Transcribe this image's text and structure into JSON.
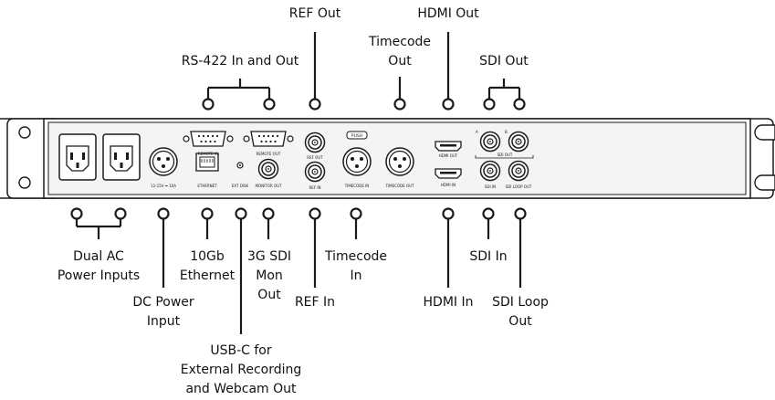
{
  "callouts": {
    "ref_out": "REF Out",
    "hdmi_out": "HDMI Out",
    "timecode_out": "Timecode\nOut",
    "rs422": "RS-422 In and Out",
    "sdi_out": "SDI Out",
    "dual_ac": "Dual AC\nPower Inputs",
    "ethernet": "10Gb\nEthernet",
    "sdi_mon_out": "3G SDI\nMon\nOut",
    "timecode_in": "Timecode\nIn",
    "sdi_in": "SDI In",
    "dc_power": "DC Power\nInput",
    "ref_in": "REF In",
    "hdmi_in": "HDMI In",
    "sdi_loop_out": "SDI Loop\nOut",
    "usb_c": "USB-C for\nExternal Recording\nand Webcam Out"
  },
  "panel_labels": {
    "power": "12-15V ⎓ 10A",
    "ethernet": "ETHERNET",
    "ext_disk": "EXT DISK",
    "remote_in": "REMOTE IN",
    "remote_out": "REMOTE OUT",
    "monitor_out": "MONITOR OUT",
    "ref_out": "REF OUT",
    "ref_in": "REF IN",
    "push": "PUSH",
    "timecode_in": "TIMECODE IN",
    "timecode_out": "TIMECODE OUT",
    "hdmi_out": "HDMI OUT",
    "hdmi_in": "HDMI IN",
    "sdi_out": "SDI OUT",
    "sdi_a": "A",
    "sdi_b": "B",
    "sdi_in": "SDI IN",
    "sdi_loop_out": "SDI LOOP OUT"
  },
  "colors": {
    "line": "#1a1a1a",
    "panel_fill": "#f4f4f4",
    "text": "#111111"
  }
}
